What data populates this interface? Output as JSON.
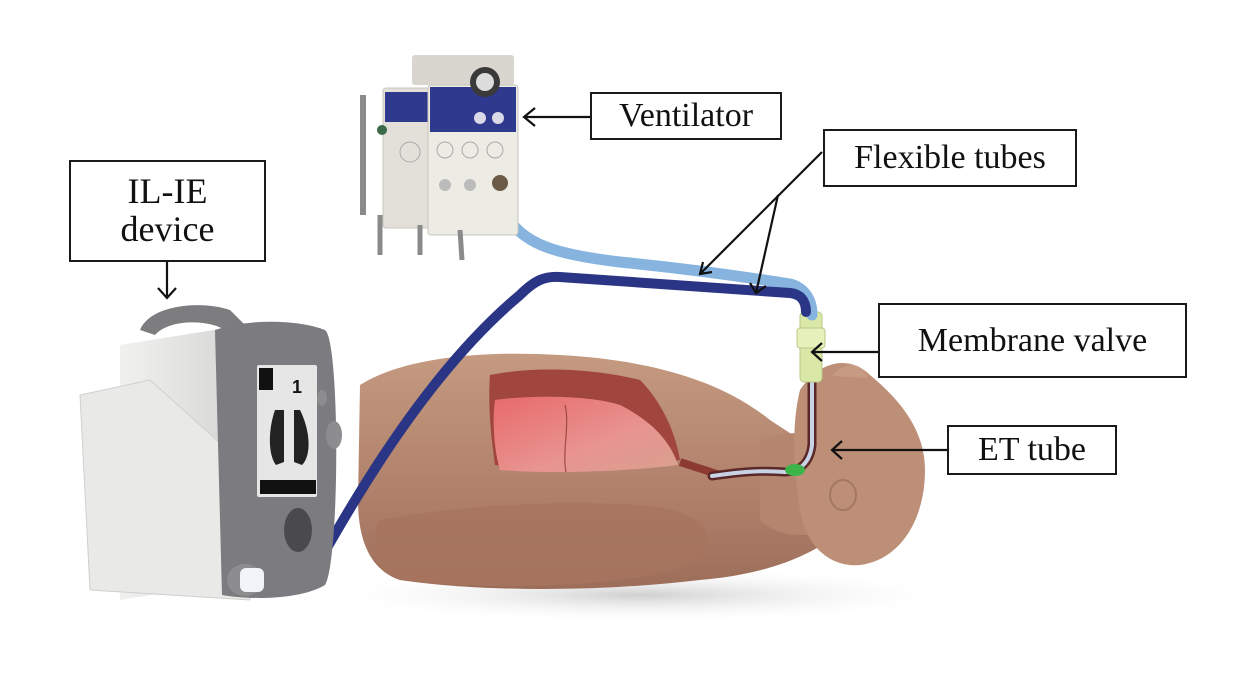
{
  "figure": {
    "type": "medical-setup-illustration",
    "description": "Ventilated patient with IL-IE device connected via flexible tubes, membrane valve and ET tube"
  },
  "labels": {
    "ilie_device": "IL-IE\ndevice",
    "ventilator": "Ventilator",
    "flexible_tubes": "Flexible tubes",
    "membrane_valve": "Membrane valve",
    "et_tube": "ET tube"
  },
  "device_screen": {
    "number": "1"
  },
  "colors": {
    "tube_dark": "#2a3585",
    "tube_light": "#86b4df",
    "valve": "#d9e8a6",
    "skin": "#b98b72",
    "lung": "#e07a78",
    "cuff": "#3bb54a",
    "device_body": "#e4e4e2",
    "device_face": "#7b7b80",
    "ventilator_panel": "#2f3a8f",
    "arrow": "#111111"
  }
}
